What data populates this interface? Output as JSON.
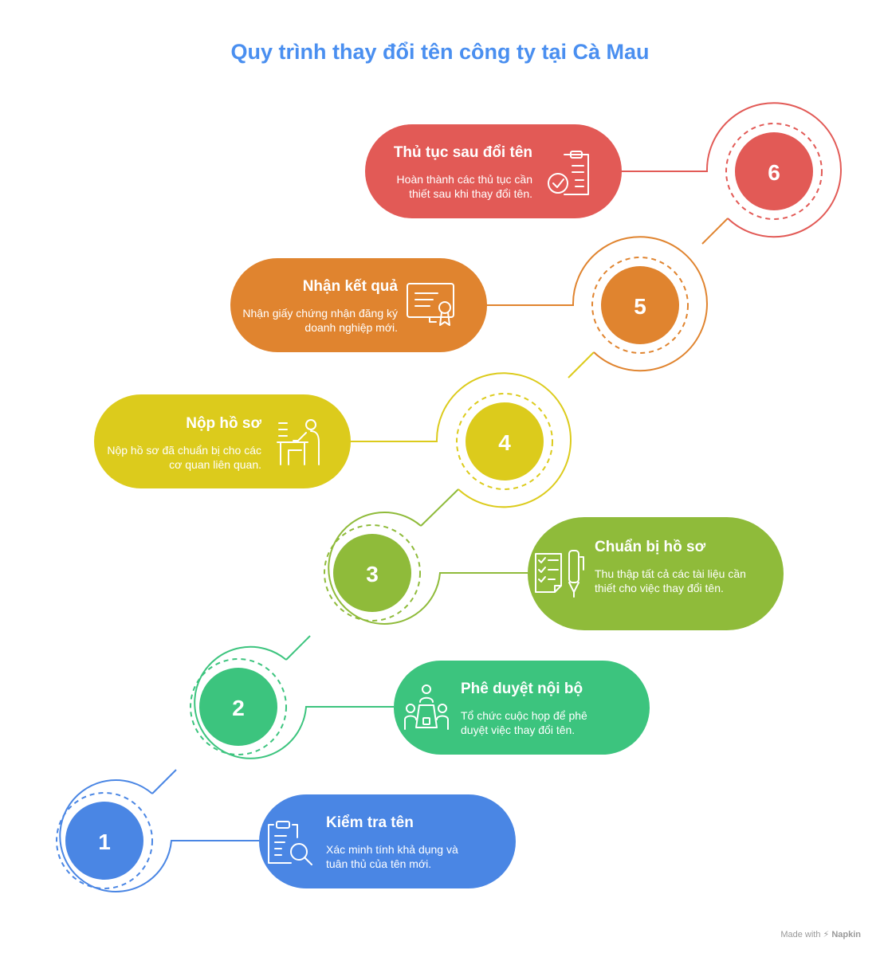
{
  "title": "Quy trình thay đổi tên công ty tại Cà Mau",
  "steps": [
    {
      "number": "1",
      "title": "Kiểm tra tên",
      "description": "Xác minh tính khả dụng và tuân thủ của tên mới.",
      "color": "#4a86e4",
      "icon": "clipboard-search-icon"
    },
    {
      "number": "2",
      "title": "Phê duyệt nội bộ",
      "description": "Tổ chức cuộc họp để phê duyệt việc thay đổi tên.",
      "color": "#3cc47e",
      "icon": "meeting-icon"
    },
    {
      "number": "3",
      "title": "Chuẩn bị hồ sơ",
      "description": "Thu thập tất cả các tài liệu cần thiết cho việc thay đổi tên.",
      "color": "#8fbb3a",
      "icon": "checklist-pen-icon"
    },
    {
      "number": "4",
      "title": "Nộp hồ sơ",
      "description": "Nộp hồ sơ đã chuẩn bị cho các cơ quan liên quan.",
      "color": "#dccb1c",
      "icon": "submit-desk-icon"
    },
    {
      "number": "5",
      "title": "Nhận kết quả",
      "description": "Nhận giấy chứng nhận đăng ký doanh nghiệp mới.",
      "color": "#e0842f",
      "icon": "certificate-icon"
    },
    {
      "number": "6",
      "title": "Thủ tục sau đổi tên",
      "description": "Hoàn thành các thủ tục cần thiết sau khi thay đổi tên.",
      "color": "#e25a56",
      "icon": "clipboard-check-icon"
    }
  ],
  "footer": {
    "prefix": "Made with",
    "brand": "Napkin"
  }
}
